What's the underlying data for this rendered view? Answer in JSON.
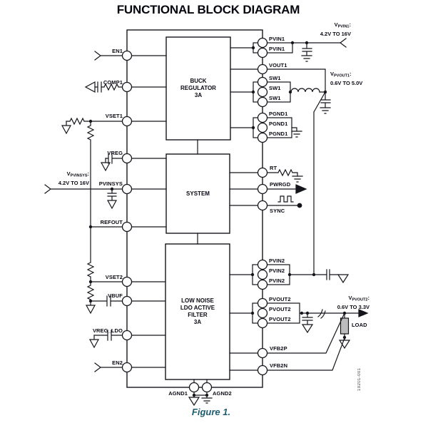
{
  "title": "FUNCTIONAL BLOCK DIAGRAM",
  "figure": {
    "caption": "Figure 1."
  },
  "doc_code": "19201-001",
  "blocks": {
    "buck": {
      "lines": [
        "BUCK",
        "REGULATOR",
        "3A"
      ]
    },
    "system": {
      "label": "SYSTEM"
    },
    "ldo": {
      "lines": [
        "LOW NOISE",
        "LDO ACTIVE",
        "FILTER",
        "3A"
      ]
    }
  },
  "pins": {
    "left": [
      "EN1",
      "COMP1",
      "VSET1",
      "VREG",
      "PVINSYS",
      "REFOUT",
      "VSET2",
      "VBUF",
      "VREG_LDO",
      "EN2"
    ],
    "right": {
      "pvin1": [
        "PVIN1",
        "PVIN1"
      ],
      "vout1": "VOUT1",
      "sw1": [
        "SW1",
        "SW1",
        "SW1"
      ],
      "pgnd1": [
        "PGND1",
        "PGND1",
        "PGND1"
      ],
      "rt": "RT",
      "pwrgd": "PWRGD",
      "sync": "SYNC",
      "pvin2": [
        "PVIN2",
        "PVIN2",
        "PVIN2"
      ],
      "pvout2": [
        "PVOUT2",
        "PVOUT2",
        "PVOUT2"
      ],
      "vfb2p": "VFB2P",
      "vfb2n": "VFB2N"
    },
    "bottom": [
      "AGND1",
      "AGND2"
    ]
  },
  "annotations": {
    "vpvin1": {
      "prefix": "V",
      "sub": "PVIN1",
      "colon": ":",
      "range": "4.2V TO 16V"
    },
    "vpvout1": {
      "prefix": "V",
      "sub": "PVOUT1",
      "colon": ":",
      "range": "0.6V TO 5.0V"
    },
    "vpvinsys": {
      "prefix": "V",
      "sub": "PVINSYS",
      "colon": ":",
      "range": "4.2V TO 16V"
    },
    "vpvout2": {
      "prefix": "V",
      "sub": "PVOUT2",
      "colon": ":",
      "range": "0.6V TO 3.3V"
    },
    "load": "LOAD"
  }
}
